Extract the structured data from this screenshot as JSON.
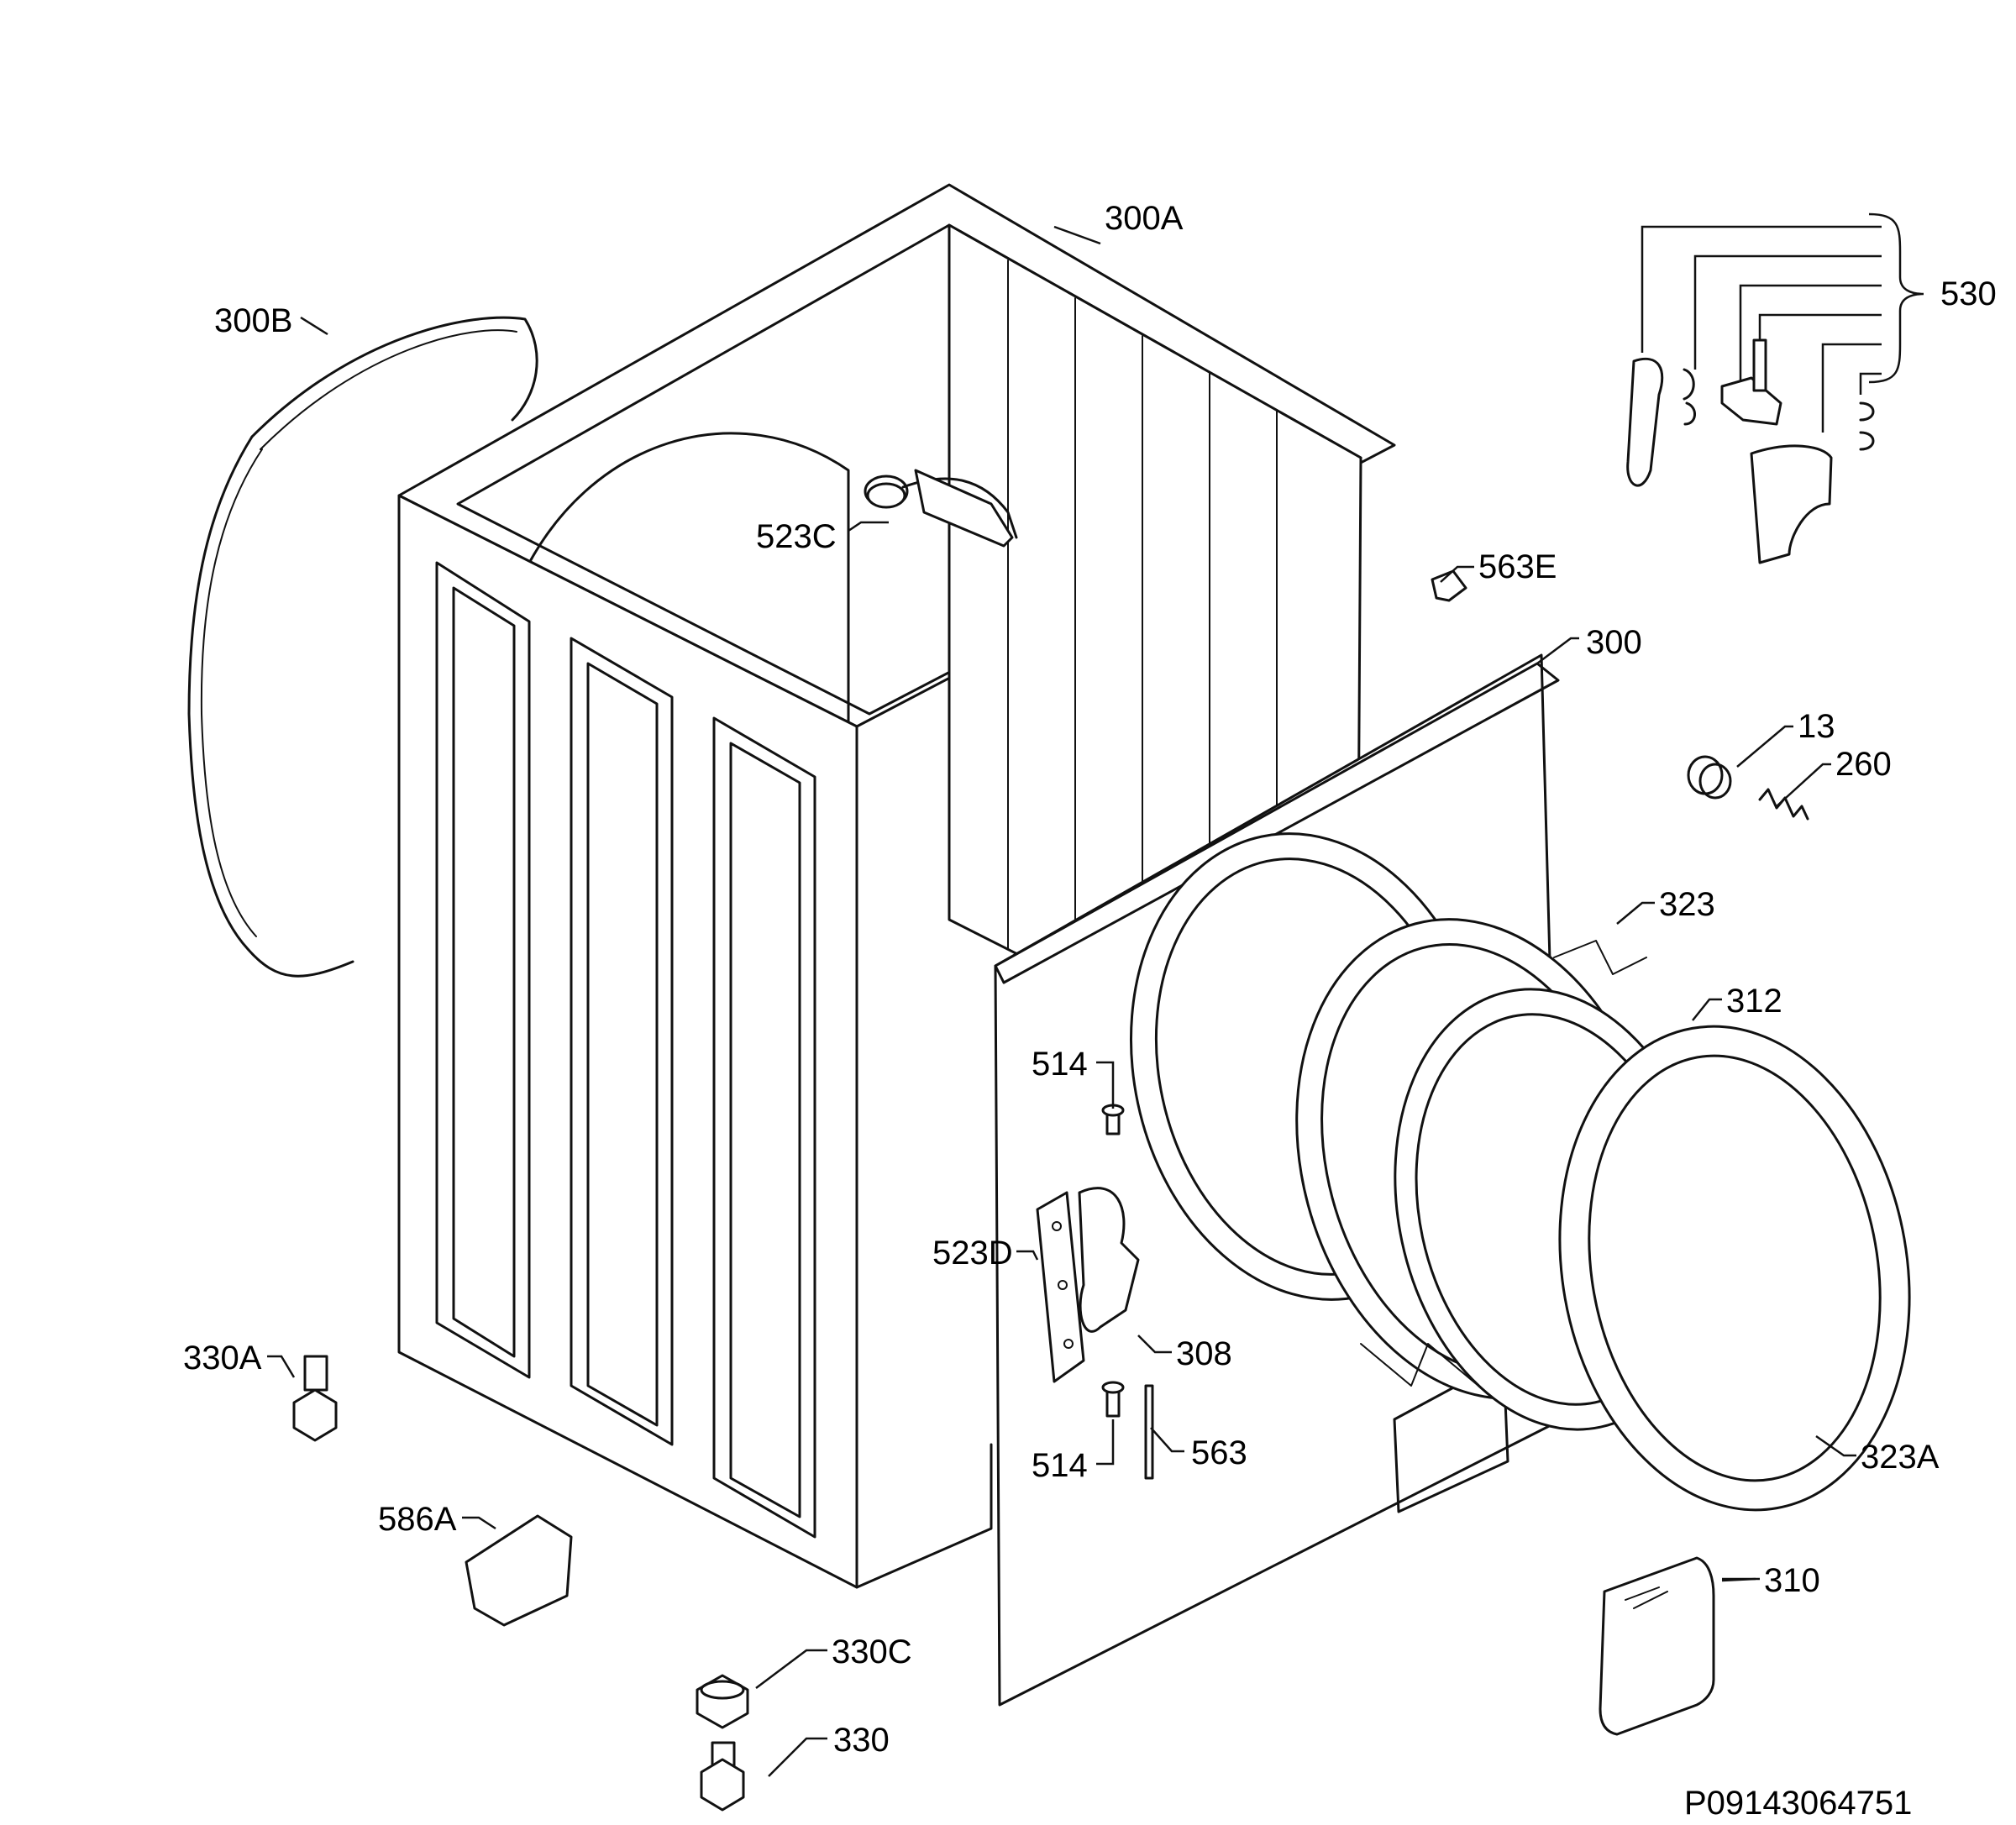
{
  "labels": {
    "p300A": "300A",
    "p300B": "300B",
    "p530": "530",
    "p523C": "523C",
    "p563E": "563E",
    "p300": "300",
    "p13": "13",
    "p260": "260",
    "p323": "323",
    "p312": "312",
    "p514a": "514",
    "p523D": "523D",
    "p308": "308",
    "p514b": "514",
    "p563": "563",
    "p323A": "323A",
    "p330A": "330A",
    "p586A": "586A",
    "p310": "310",
    "p330C": "330C",
    "p330": "330"
  },
  "reference_code": "P09143064751"
}
